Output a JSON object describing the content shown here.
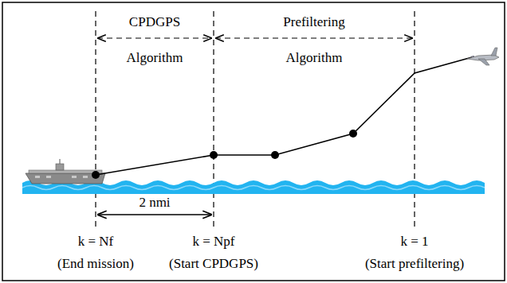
{
  "diagram": {
    "labels": [
      "CPDGPS",
      "Prefiltering",
      "Algorithm",
      "Algorithm",
      "2 nmi",
      "k = Nf",
      "k = Npf",
      "k = 1",
      "(End mission)",
      "(Start CPDGPS)",
      "(Start prefiltering)"
    ]
  }
}
